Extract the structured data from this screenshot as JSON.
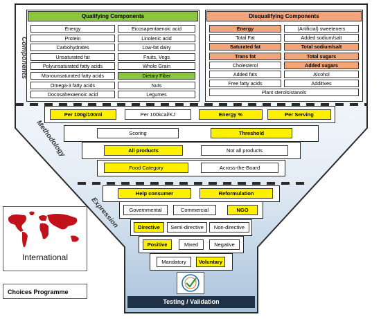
{
  "sections": {
    "components": "Components",
    "methodology": "Methodology",
    "expression": "Expression"
  },
  "qualifying": {
    "title": "Qualifying Components",
    "left": [
      "Energy",
      "Protein",
      "Carbohydrates",
      "Unsaturated fat",
      "Polyunsaturated fatty acids",
      "Monounsaturated fatty acids",
      "Omega-3 fatty acids",
      "Docosahexaenoic acid"
    ],
    "right": [
      "Eicosapentaenoic acid",
      "Linolenic acid",
      "Low-fat dairy",
      "Fruits, Vegs",
      "Whole Grain",
      "Dietary Fiber",
      "Nuts",
      "Legumes"
    ]
  },
  "disqualifying": {
    "title": "Disqualifying Components",
    "left": [
      "Energy",
      "Total Fat",
      "Saturated fat",
      "Trans fat",
      "Cholesterol",
      "Added fats",
      "Free fatty acids"
    ],
    "right": [
      "(Artificial) sweeteners",
      "Added sodium/salt",
      "Total sodium/salt",
      "Total sugars",
      "Added sugars",
      "Alcohol",
      "Additives"
    ],
    "bottom": "Plant sterols/stanols"
  },
  "methodology": {
    "units": [
      "Per 100g/100ml",
      "Per 100kcal/KJ",
      "Energy %",
      "Per Serving"
    ],
    "approach": [
      "Scoring",
      "Threshold"
    ],
    "products": [
      "All products",
      "Not all products"
    ],
    "category": [
      "Food Category",
      "Across-the-Board"
    ]
  },
  "expression": {
    "purpose": [
      "Help consumer",
      "Reformulation"
    ],
    "owner": [
      "Governmental",
      "Commercial",
      "NGO"
    ],
    "directive": [
      "Directive",
      "Semi-directive",
      "Non-directive"
    ],
    "tone": [
      "Positive",
      "Mixed",
      "Negative"
    ],
    "mandate": [
      "Mandatory",
      "Voluntary"
    ]
  },
  "testing": "Testing / Validation",
  "international": "International",
  "choices": "Choices Programme",
  "colors": {
    "highlight_yellow": "#ffef00",
    "highlight_salmon": "#f2a57a",
    "highlight_green": "#8cc63f",
    "testing_bar": "#1f3146"
  }
}
